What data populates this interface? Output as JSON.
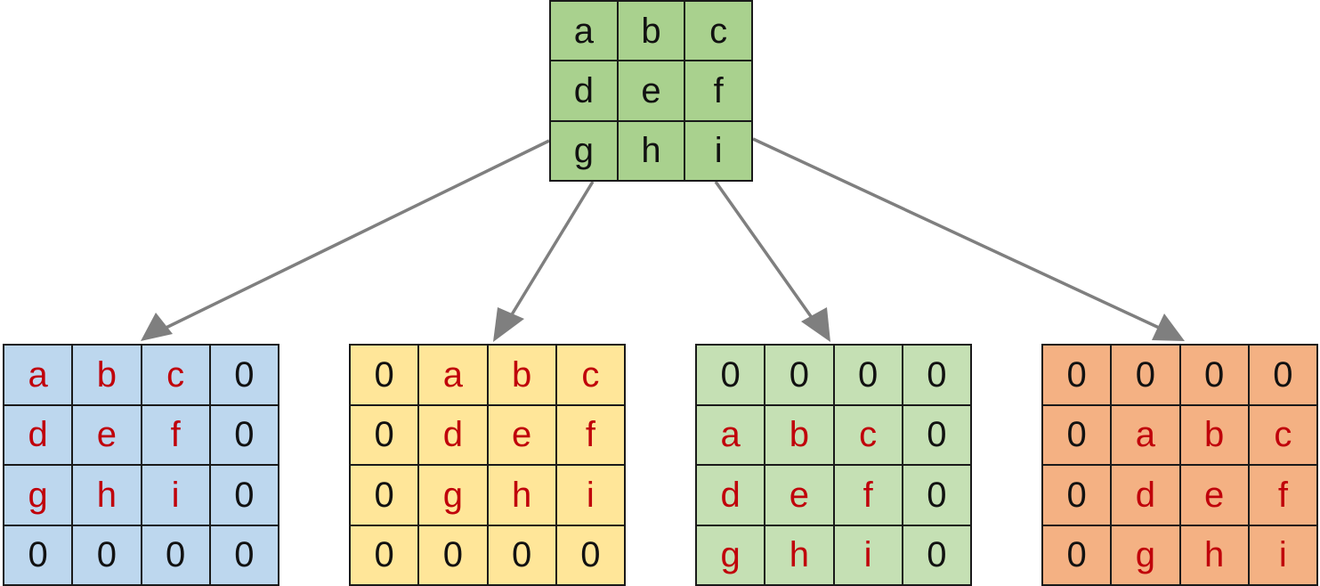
{
  "colors": {
    "source_fill": "#a9d18e",
    "arrow": "#7f7f7f",
    "grid_line": "#1a1a1a",
    "highlight_text": "#c0000a",
    "default_text": "#111111"
  },
  "source_grid": {
    "fill": "#a9d18e",
    "rows": [
      [
        "a",
        "b",
        "c"
      ],
      [
        "d",
        "e",
        "f"
      ],
      [
        "g",
        "h",
        "i"
      ]
    ]
  },
  "output_grids": [
    {
      "fill": "#bdd7ee",
      "rows": [
        [
          "a",
          "b",
          "c",
          "0"
        ],
        [
          "d",
          "e",
          "f",
          "0"
        ],
        [
          "g",
          "h",
          "i",
          "0"
        ],
        [
          "0",
          "0",
          "0",
          "0"
        ]
      ],
      "highlight": [
        [
          1,
          1,
          1,
          0
        ],
        [
          1,
          1,
          1,
          0
        ],
        [
          1,
          1,
          1,
          0
        ],
        [
          0,
          0,
          0,
          0
        ]
      ]
    },
    {
      "fill": "#ffe699",
      "rows": [
        [
          "0",
          "a",
          "b",
          "c"
        ],
        [
          "0",
          "d",
          "e",
          "f"
        ],
        [
          "0",
          "g",
          "h",
          "i"
        ],
        [
          "0",
          "0",
          "0",
          "0"
        ]
      ],
      "highlight": [
        [
          0,
          1,
          1,
          1
        ],
        [
          0,
          1,
          1,
          1
        ],
        [
          0,
          1,
          1,
          1
        ],
        [
          0,
          0,
          0,
          0
        ]
      ]
    },
    {
      "fill": "#c5e0b4",
      "rows": [
        [
          "0",
          "0",
          "0",
          "0"
        ],
        [
          "a",
          "b",
          "c",
          "0"
        ],
        [
          "d",
          "e",
          "f",
          "0"
        ],
        [
          "g",
          "h",
          "i",
          "0"
        ]
      ],
      "highlight": [
        [
          0,
          0,
          0,
          0
        ],
        [
          1,
          1,
          1,
          0
        ],
        [
          1,
          1,
          1,
          0
        ],
        [
          1,
          1,
          1,
          0
        ]
      ]
    },
    {
      "fill": "#f4b183",
      "rows": [
        [
          "0",
          "0",
          "0",
          "0"
        ],
        [
          "0",
          "a",
          "b",
          "c"
        ],
        [
          "0",
          "d",
          "e",
          "f"
        ],
        [
          "0",
          "g",
          "h",
          "i"
        ]
      ],
      "highlight": [
        [
          0,
          0,
          0,
          0
        ],
        [
          0,
          1,
          1,
          1
        ],
        [
          0,
          1,
          1,
          1
        ],
        [
          0,
          1,
          1,
          1
        ]
      ]
    }
  ]
}
